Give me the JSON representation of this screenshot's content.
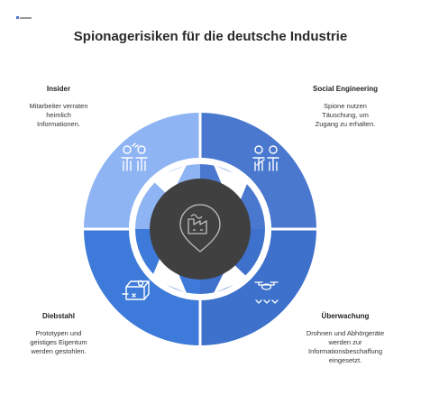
{
  "title": "Spionagerisiken für die deutsche Industrie",
  "colors": {
    "top_left": "#8fb4f3",
    "top_right": "#4a78cf",
    "bottom_left": "#3d7ad9",
    "bottom_right": "#3e71cc",
    "center": "#404040",
    "white": "#ffffff"
  },
  "segments": [
    {
      "id": "insider",
      "heading": "Insider",
      "lines": [
        "Mitarbeiter verraten",
        "heimlich",
        "Informationen."
      ],
      "icon": "people-whispering-icon"
    },
    {
      "id": "social",
      "heading": "Social Engineering",
      "lines": [
        "Spione nutzen",
        "Täuschung, um",
        "Zugang zu erhalten."
      ],
      "icon": "presenter-icon"
    },
    {
      "id": "diebstahl",
      "heading": "Diebstahl",
      "lines": [
        "Prototypen und",
        "geistiges Eigentum",
        "werden gestohlen."
      ],
      "icon": "stolen-box-icon"
    },
    {
      "id": "ueberwachung",
      "heading": "Überwachung",
      "lines": [
        "Drohnen und Abhörgeräte",
        "werden zur",
        "Informationsbeschaffung",
        "eingesetzt."
      ],
      "icon": "drone-icon"
    }
  ],
  "center_icon": "factory-location-icon"
}
